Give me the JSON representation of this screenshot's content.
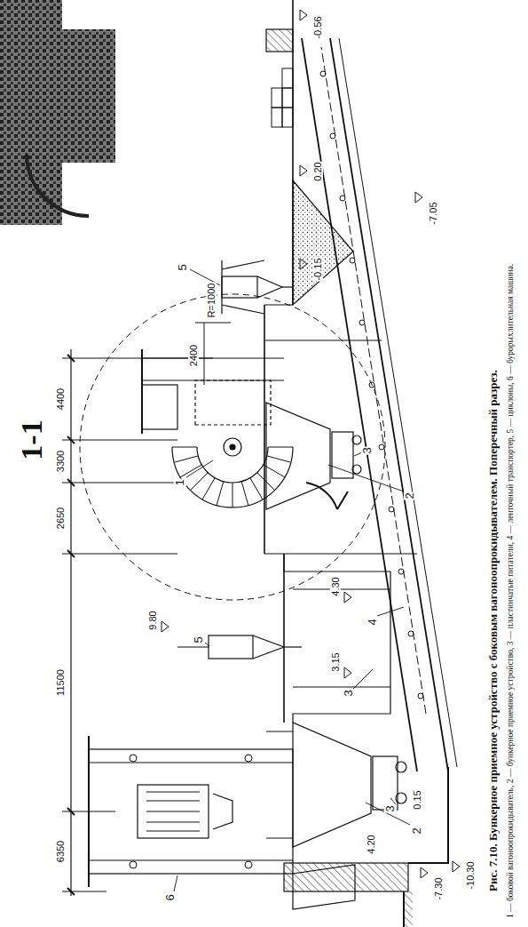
{
  "diagram": {
    "title": "1-1",
    "caption": "Рис. 7.10. Бункерное приемное устройство с боковым вагоноопрокидывателем. Поперечный разрез.",
    "labels": [
      "6350",
      "11500",
      "2650",
      "3300",
      "4400",
      "2400",
      "9.80",
      "R=1000",
      "1",
      "5",
      "5",
      "6",
      "2",
      "2",
      "3",
      "3",
      "3",
      "4",
      "4.30",
      "3.15",
      "-0.15",
      "0.20",
      "-0.56",
      "-7.05",
      "-7.30",
      "-10.30",
      "4.20",
      "0.15",
      "1 — боковой вагоноопрокидыватель, 2 — бункерное приемное устройство, 3 — пластинчатые питатели, 4 — ленточный транспортер, 5 — циклоны, 6 — бурорыхлительная машина."
    ]
  }
}
